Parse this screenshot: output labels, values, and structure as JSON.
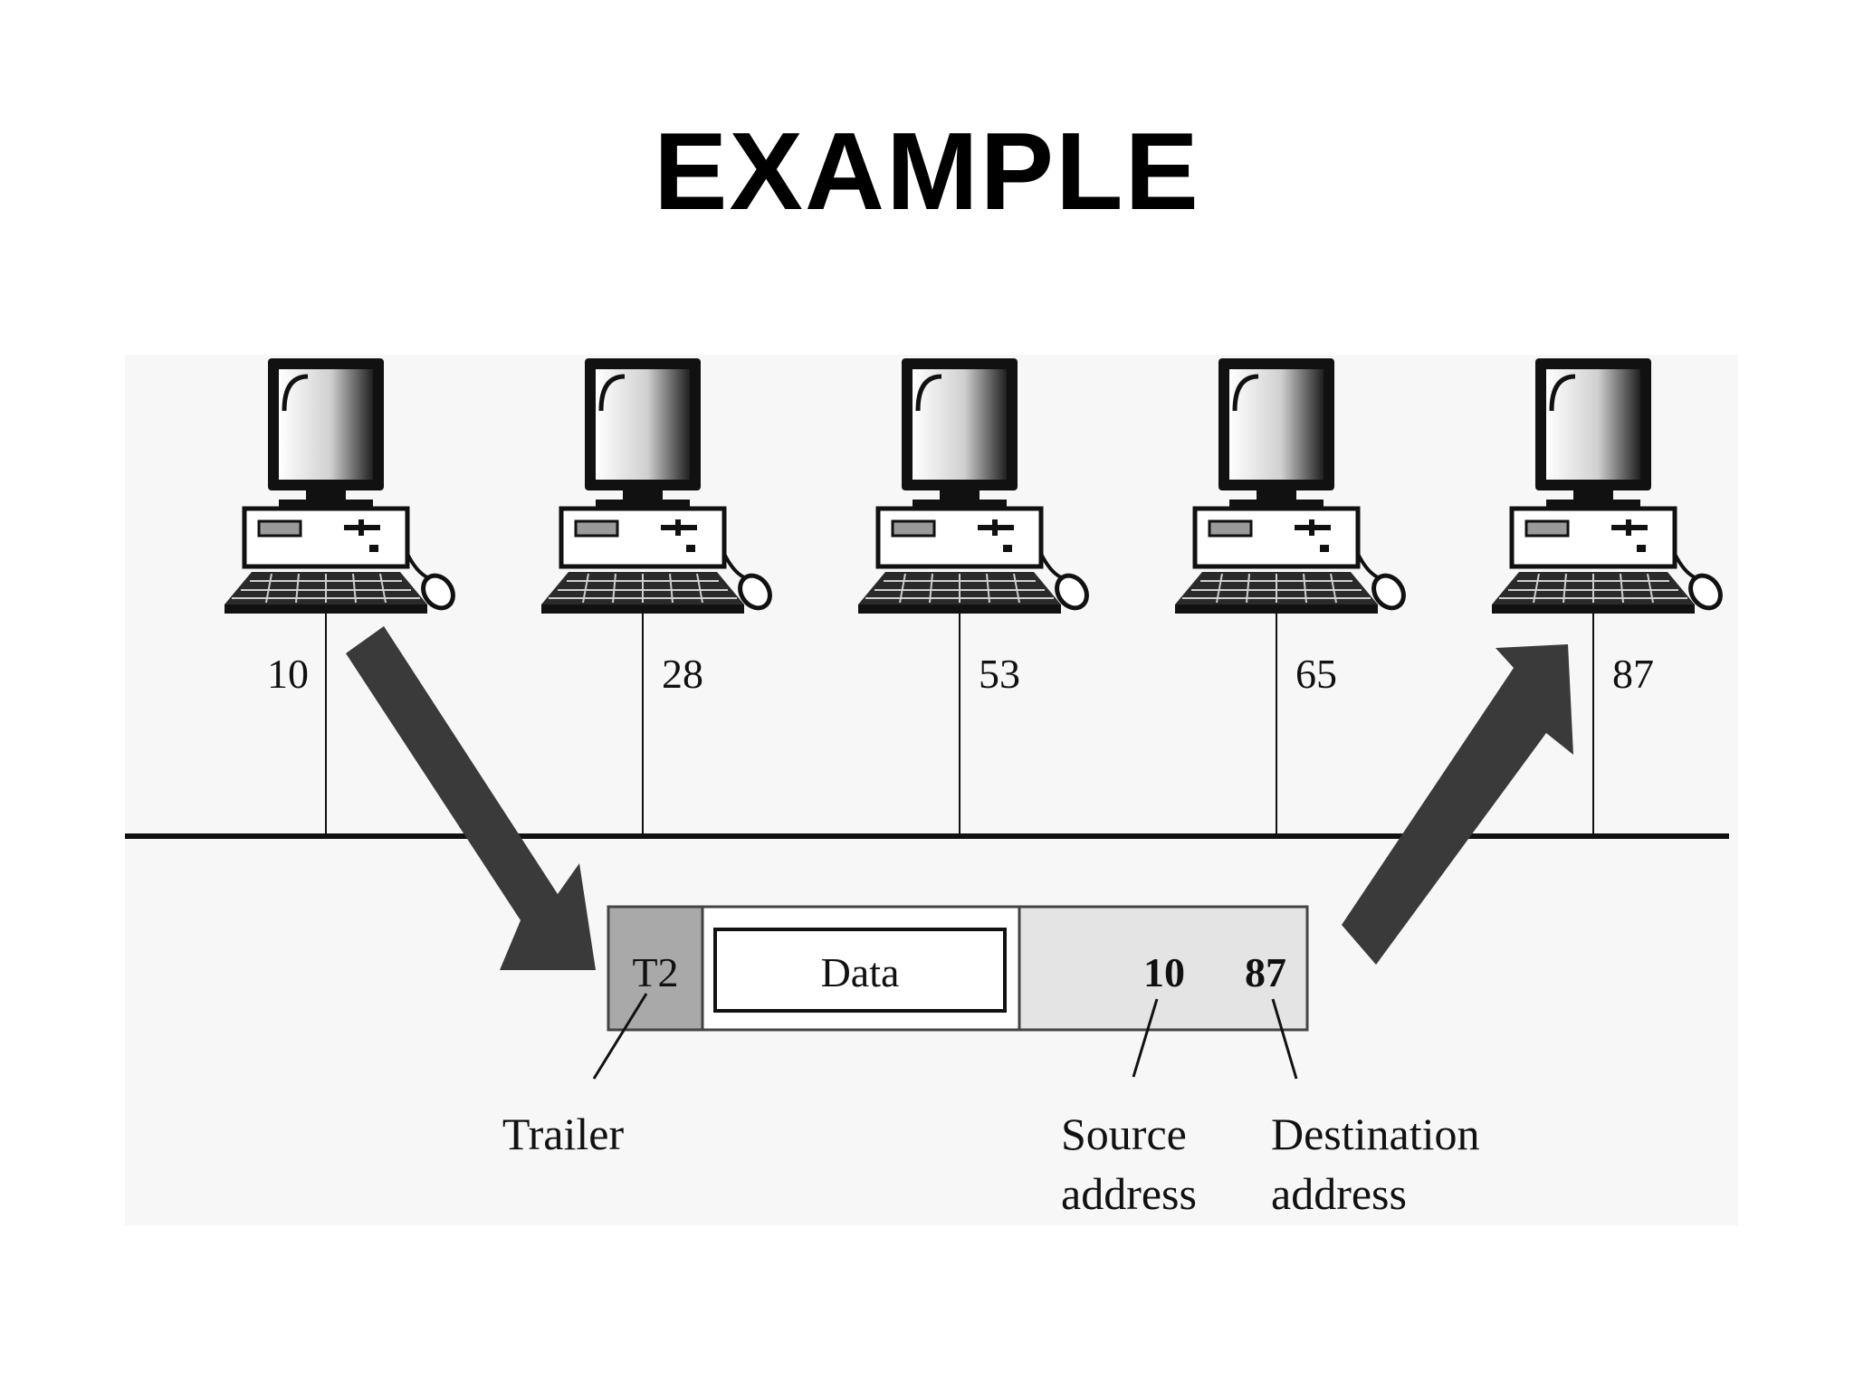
{
  "slide": {
    "title": "EXAMPLE"
  },
  "stations": [
    {
      "address": "10",
      "icon": "desktop-computer-icon"
    },
    {
      "address": "28",
      "icon": "desktop-computer-icon"
    },
    {
      "address": "53",
      "icon": "desktop-computer-icon"
    },
    {
      "address": "65",
      "icon": "desktop-computer-icon"
    },
    {
      "address": "87",
      "icon": "desktop-computer-icon"
    }
  ],
  "frame": {
    "trailer_field": "T2",
    "data_field": "Data",
    "source_field": "10",
    "destination_field": "87"
  },
  "callouts": {
    "trailer": "Trailer",
    "source_line1": "Source",
    "source_line2": "address",
    "destination_line1": "Destination",
    "destination_line2": "address"
  },
  "colors": {
    "arrow": "#3a3a3a",
    "trailer_fill": "#a9a9a9",
    "header_fill": "#e4e4e4",
    "diagram_bg": "#f7f7f7"
  }
}
